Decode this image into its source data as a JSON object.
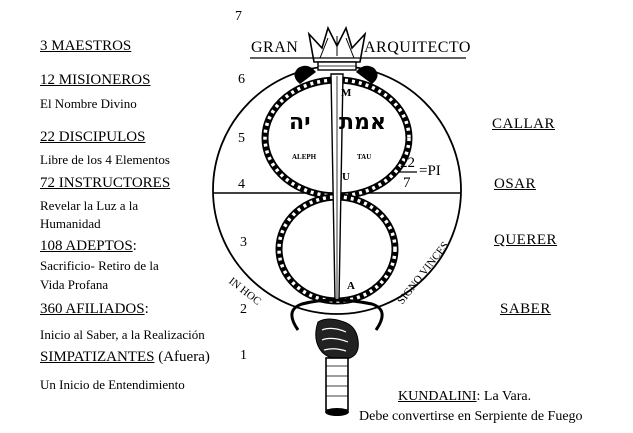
{
  "levels": [
    {
      "title": "3 MAESTROS",
      "note": ""
    },
    {
      "title": "12 MISIONEROS",
      "note": "El Nombre Divino"
    },
    {
      "title": "22 DISCIPULOS",
      "note": "Libre de los 4 Elementos"
    },
    {
      "title": "72 INSTRUCTORES",
      "note_lines": [
        "Revelar la Luz a la",
        "Humanidad"
      ]
    },
    {
      "title": "108 ADEPTOS",
      "suffix": ":",
      "note_lines": [
        "Sacrificio- Retiro de la",
        "Vida Profana"
      ]
    },
    {
      "title": "360 AFILIADOS",
      "suffix": ":",
      "note": "Inicio al Saber, a la Realización"
    },
    {
      "title": "SIMPATIZANTES",
      "suffix": " (Afuera)",
      "note": "Un Inicio de Entendimiento"
    }
  ],
  "numbers": [
    "7",
    "6",
    "5",
    "4",
    "3",
    "2",
    "1"
  ],
  "header": {
    "left": "GRAN",
    "right": "ARQUITECTO"
  },
  "virtues": [
    "CALLAR",
    "OSAR",
    "QUERER",
    "SABER"
  ],
  "emblem": {
    "letter_top": "M",
    "letter_mid": "U",
    "letter_bottom": "A",
    "aleph": "ALEPH",
    "tau": "TAU",
    "hebrew_right": "אמת",
    "hebrew_left": "יה",
    "fraction_num": "22",
    "fraction_den": "7",
    "fraction_tail": "=PI",
    "arc_left": "IN HOC",
    "arc_right": "SIGNO VINCES"
  },
  "kundalini": {
    "label": "KUNDALINI",
    "text": ":  La Vara.",
    "line2": "Debe convertirse  en Serpiente de Fuego"
  }
}
